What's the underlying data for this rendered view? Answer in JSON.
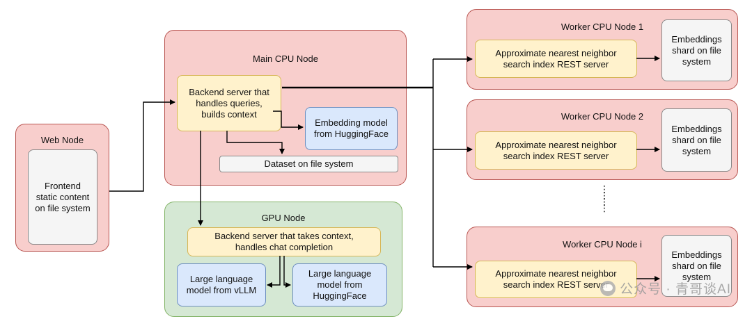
{
  "web_node": {
    "title": "Web Node",
    "frontend": "Frontend\nstatic content\non file system"
  },
  "main_cpu_node": {
    "title": "Main CPU Node",
    "backend": "Backend server that\nhandles queries,\nbuilds context",
    "embedding_model": "Embedding model\nfrom HuggingFace",
    "dataset": "Dataset on file system"
  },
  "gpu_node": {
    "title": "GPU Node",
    "backend": "Backend server that takes context,\nhandles chat completion",
    "llm_vllm": "Large language\nmodel from vLLM",
    "llm_hf": "Large language\nmodel from\nHuggingFace"
  },
  "workers": [
    {
      "title": "Worker CPU Node 1",
      "ann": "Approximate nearest neighbor\nsearch index REST server",
      "shard": "Embeddings\nshard on file\nsystem"
    },
    {
      "title": "Worker CPU Node 2",
      "ann": "Approximate nearest neighbor\nsearch index REST server",
      "shard": "Embeddings\nshard on file\nsystem"
    },
    {
      "title": "Worker CPU Node i",
      "ann": "Approximate nearest neighbor\nsearch index REST server",
      "shard": "Embeddings\nshard on file\nsystem"
    }
  ],
  "ellipsis": "⋮",
  "watermark": "公众号 · 青哥谈AI",
  "colors": {
    "red_fill": "#f8cecc",
    "red_border": "#b85450",
    "green_fill": "#d5e8d4",
    "green_border": "#82b366",
    "yellow_fill": "#fff2cc",
    "yellow_border": "#d6b656",
    "blue_fill": "#dae8fc",
    "blue_border": "#6c8ebf",
    "gray_fill": "#f5f5f5"
  }
}
